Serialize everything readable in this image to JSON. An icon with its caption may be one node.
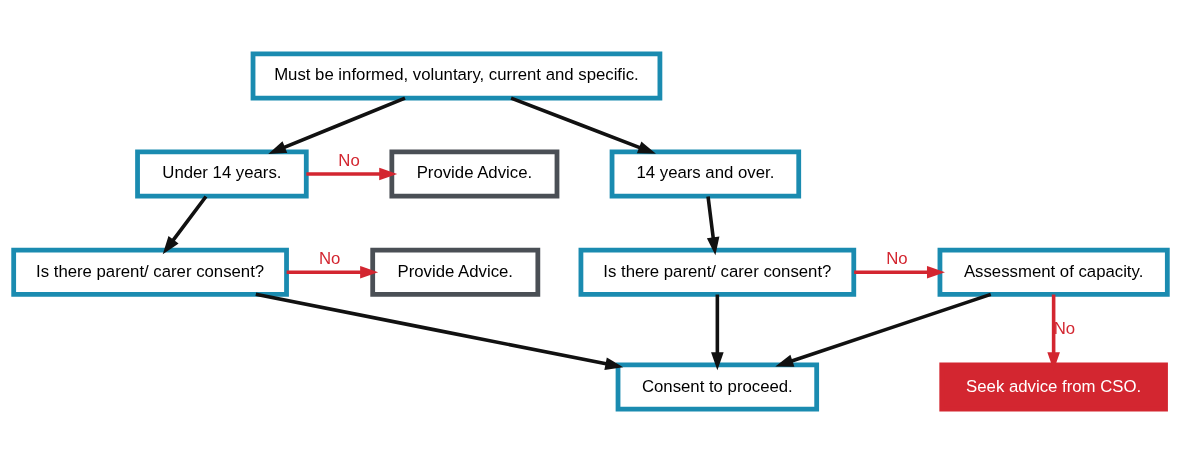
{
  "diagram": {
    "nodes": [
      {
        "text": [
          "Must be informed, voluntary, current and specific."
        ]
      },
      {
        "text": [
          "Provide Advice."
        ]
      },
      {
        "text": [
          "Under 14 years."
        ]
      },
      {
        "text": [
          "14 years and over."
        ]
      },
      {
        "text": [
          "Provide Advice."
        ]
      },
      {
        "text": [
          "Is there parent/ carer consent?"
        ]
      },
      {
        "text": [
          "Is there parent/ carer consent?"
        ]
      },
      {
        "text": [
          "Assessment of capacity."
        ]
      },
      {
        "text": [
          "Consent to proceed."
        ]
      },
      {
        "text": [
          "Seek advice from CSO."
        ]
      }
    ],
    "edges": [
      {
        "from": 0,
        "to": 2,
        "arrow": "to"
      },
      {
        "from": 0,
        "to": 3,
        "arrow": "to"
      },
      {
        "from": 2,
        "to": 1,
        "arrow": "to",
        "label": "No",
        "color": "#d32630"
      },
      {
        "from": 2,
        "to": 5,
        "arrow": "to"
      },
      {
        "from": 3,
        "to": 6,
        "arrow": "to"
      },
      {
        "from": 5,
        "to": 4,
        "arrow": "to",
        "label": "No",
        "color": "#d32630"
      },
      {
        "from": 6,
        "to": 7,
        "arrow": "to",
        "label": "No",
        "color": "#d32630"
      },
      {
        "from": 5,
        "to": 8,
        "arrow": "to"
      },
      {
        "from": 6,
        "to": 8,
        "arrow": "to"
      },
      {
        "from": 7,
        "to": 8,
        "arrow": "to"
      },
      {
        "from": 7,
        "to": 9,
        "arrow": "to",
        "label": "No",
        "color": "#d32630"
      }
    ]
  }
}
